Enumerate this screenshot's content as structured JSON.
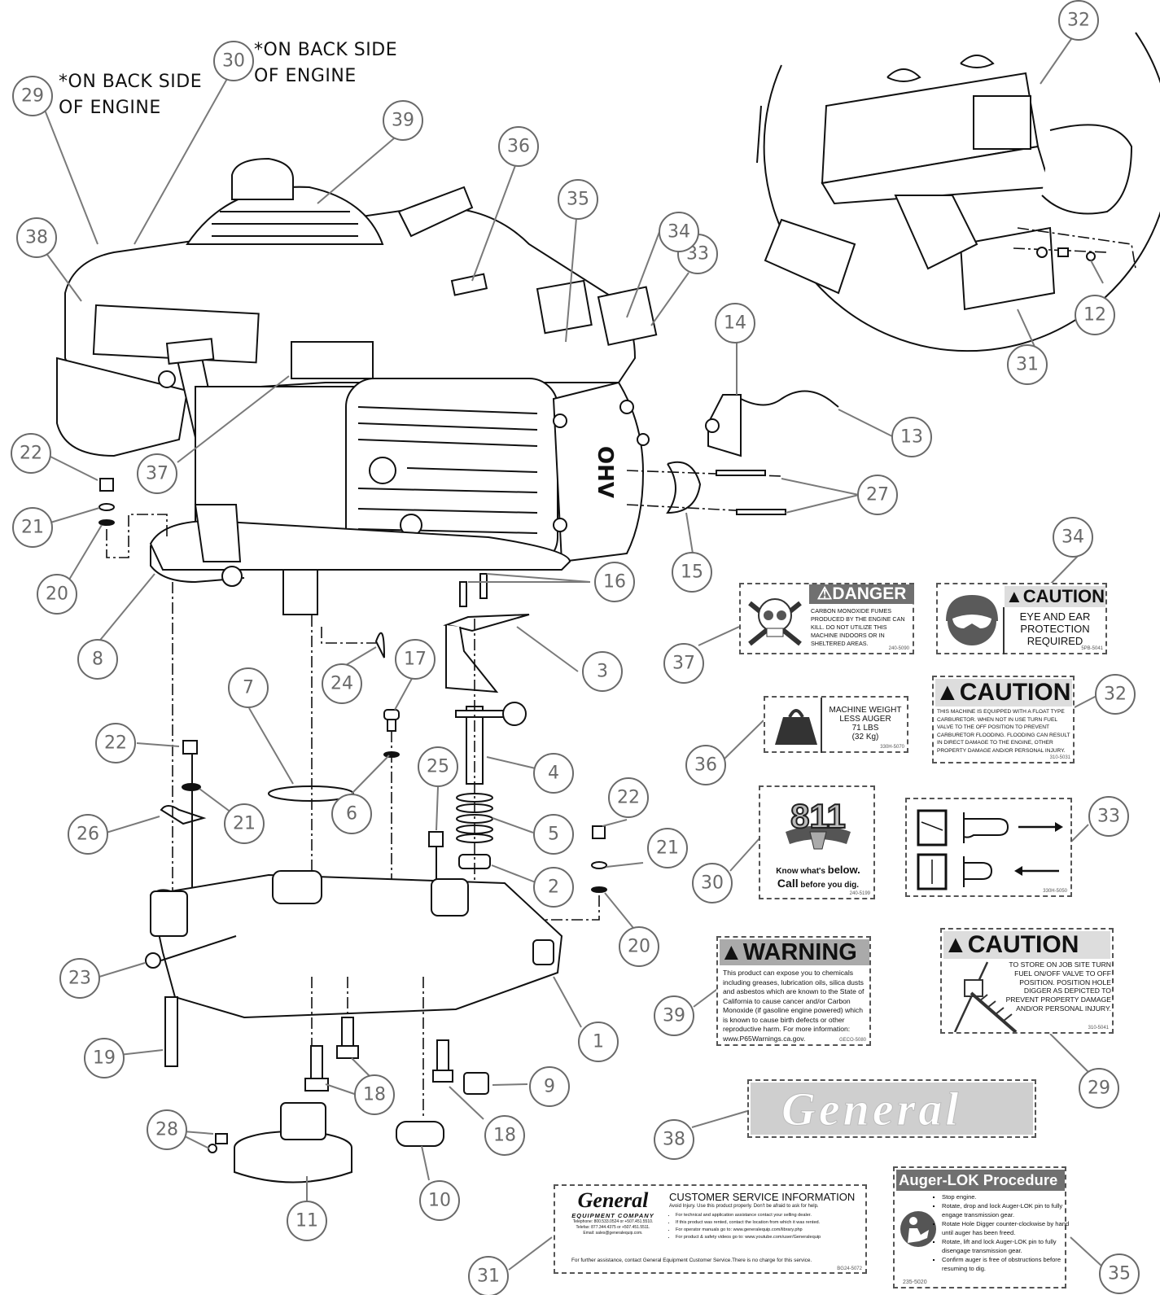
{
  "diagram": {
    "notes": [
      {
        "id": "29",
        "text": "*ON BACK SIDE\nOF ENGINE"
      },
      {
        "id": "30",
        "text": "*ON BACK SIDE\nOF ENGINE"
      }
    ],
    "callouts": [
      "1",
      "2",
      "3",
      "4",
      "5",
      "6",
      "7",
      "8",
      "9",
      "10",
      "11",
      "12",
      "13",
      "14",
      "15",
      "16",
      "17",
      "18",
      "18",
      "19",
      "20",
      "20",
      "21",
      "21",
      "21",
      "22",
      "22",
      "22",
      "23",
      "24",
      "25",
      "26",
      "27",
      "28",
      "29",
      "29",
      "30",
      "30",
      "31",
      "31",
      "32",
      "32",
      "33",
      "33",
      "34",
      "34",
      "35",
      "35",
      "36",
      "36",
      "37",
      "37",
      "38",
      "38",
      "39",
      "39"
    ],
    "engine_label": "OHV"
  },
  "decals": {
    "d37": {
      "callout": "37",
      "header": "DANGER",
      "icon": "skull-crossbones-icon",
      "body": "CARBON MONOXIDE FUMES PRODUCED BY THE ENGINE CAN KILL. DO NOT UTILIZE THIS MACHINE INDOORS OR IN SHELTERED AREAS.",
      "part_no": "240-5090"
    },
    "d34": {
      "callout": "34",
      "header": "CAUTION",
      "icon": "eye-ear-protection-icon",
      "body": "EYE AND EAR PROTECTION REQUIRED",
      "part_no": "5PB-5041"
    },
    "d36": {
      "callout": "36",
      "icon": "weight-icon",
      "line1": "MACHINE WEIGHT",
      "line2": "LESS AUGER",
      "line3": "71 LBS",
      "line4": "(32 Kg)",
      "part_no": "330H-5070"
    },
    "d32": {
      "callout": "32",
      "header": "CAUTION",
      "body": "THIS MACHINE IS EQUIPPED WITH A FLOAT TYPE CARBURETOR. WHEN NOT IN USE TURN FUEL VALVE TO THE OFF POSITION TO PREVENT CARBURETOR FLOODING. FLOODING CAN RESULT IN DIRECT DAMAGE TO THE ENGINE, OTHER PROPERTY DAMAGE AND/OR PERSONAL INJURY.",
      "part_no": "310-5031"
    },
    "d30": {
      "callout": "30",
      "logo": "811",
      "line1a": "Know what's ",
      "line1b": "below.",
      "line2a": "Call",
      "line2b": " before you dig.",
      "part_no": "240-5199"
    },
    "d33": {
      "callout": "33",
      "icon_top": "fuel-valve-open-icon",
      "icon_bottom": "fuel-valve-closed-icon",
      "part_no": "330H-5050"
    },
    "d39": {
      "callout": "39",
      "header": "WARNING",
      "body": "This product can expose you to chemicals including greases, lubrication oils, silica dusts and asbestos which are known to the State of California to cause cancer and/or Carbon Monoxide (if gasoline engine powered) which is known to cause birth defects or other reproductive harm. For more information: www.P65Warnings.ca.gov.",
      "part_no": "GECO-5080"
    },
    "d29": {
      "callout": "29",
      "header": "CAUTION",
      "body": "TO STORE ON JOB SITE TURN FUEL ON/OFF VALVE TO OFF POSITION. POSITION HOLE DIGGER AS DEPICTED TO PREVENT PROPERTY DAMAGE AND/OR PERSONAL INJURY.",
      "part_no": "310-5041"
    },
    "d38": {
      "callout": "38",
      "logo_text": "General"
    },
    "d31": {
      "callout": "31",
      "brand": "General",
      "brand_sub": "EQUIPMENT COMPANY",
      "contact1": "Telephone: 800.533.0524 or +507.451.5510.",
      "contact2": "Telefax: 877.344.4375 or +507.451.5511.",
      "contact3": "Email: sales@generalequip.com.",
      "title": "CUSTOMER SERVICE INFORMATION",
      "subtitle": "Avoid Injury. Use this product properly. Don't be afraid to ask for help.",
      "bullets": [
        "For technical and application assistance contact your selling dealer.",
        "If this product was rented, contact the location from which it was rented.",
        "For operator manuals go to: www.generalequip.com/library.php",
        "For product & safety videos go to: www.youtube.com/user/Generalequip"
      ],
      "footer": "For further assistance, contact General Equipment Customer Service.There is no charge for this service.",
      "part_no": "BG24-5072"
    },
    "d35": {
      "callout": "35",
      "header": "Auger-LOK Procedure",
      "icon": "read-manual-icon",
      "bullets": [
        "Stop engine.",
        "Rotate, drop and lock Auger-LOK pin to fully engage transmission gear.",
        "Rotate Hole Digger counter-clockwise by hand until auger has been freed.",
        "Rotate, lift and lock Auger-LOK pin to fully disengage transmission gear.",
        "Confirm auger is free of obstructions before resuming to dig."
      ],
      "part_no": "235-5020"
    }
  }
}
